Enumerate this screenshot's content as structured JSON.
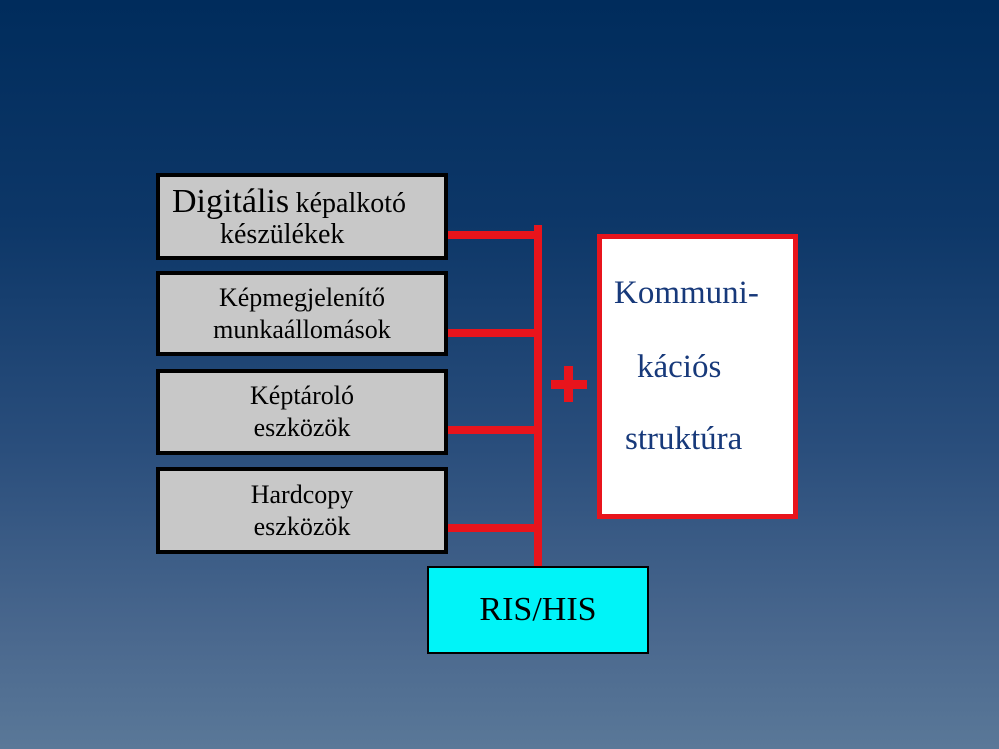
{
  "devices": [
    {
      "line1_big": "Digitális",
      "line1_small": "képalkotó",
      "line2": "készülékek"
    },
    {
      "line1": "Képmegjelenítő",
      "line2": "munkaállomások"
    },
    {
      "line1": "Képtároló",
      "line2": "eszközök"
    },
    {
      "line1": "Hardcopy",
      "line2": "eszközök"
    }
  ],
  "plus_symbol": "+",
  "communication": {
    "line1": "Kommuni-",
    "line2": "kációs",
    "line3": "struktúra"
  },
  "ris_his": "RIS/HIS",
  "colors": {
    "connector": "#e8141c",
    "device_fill": "#c8c8c8",
    "ris_fill": "#00f4f8",
    "comm_text": "#17397a"
  }
}
